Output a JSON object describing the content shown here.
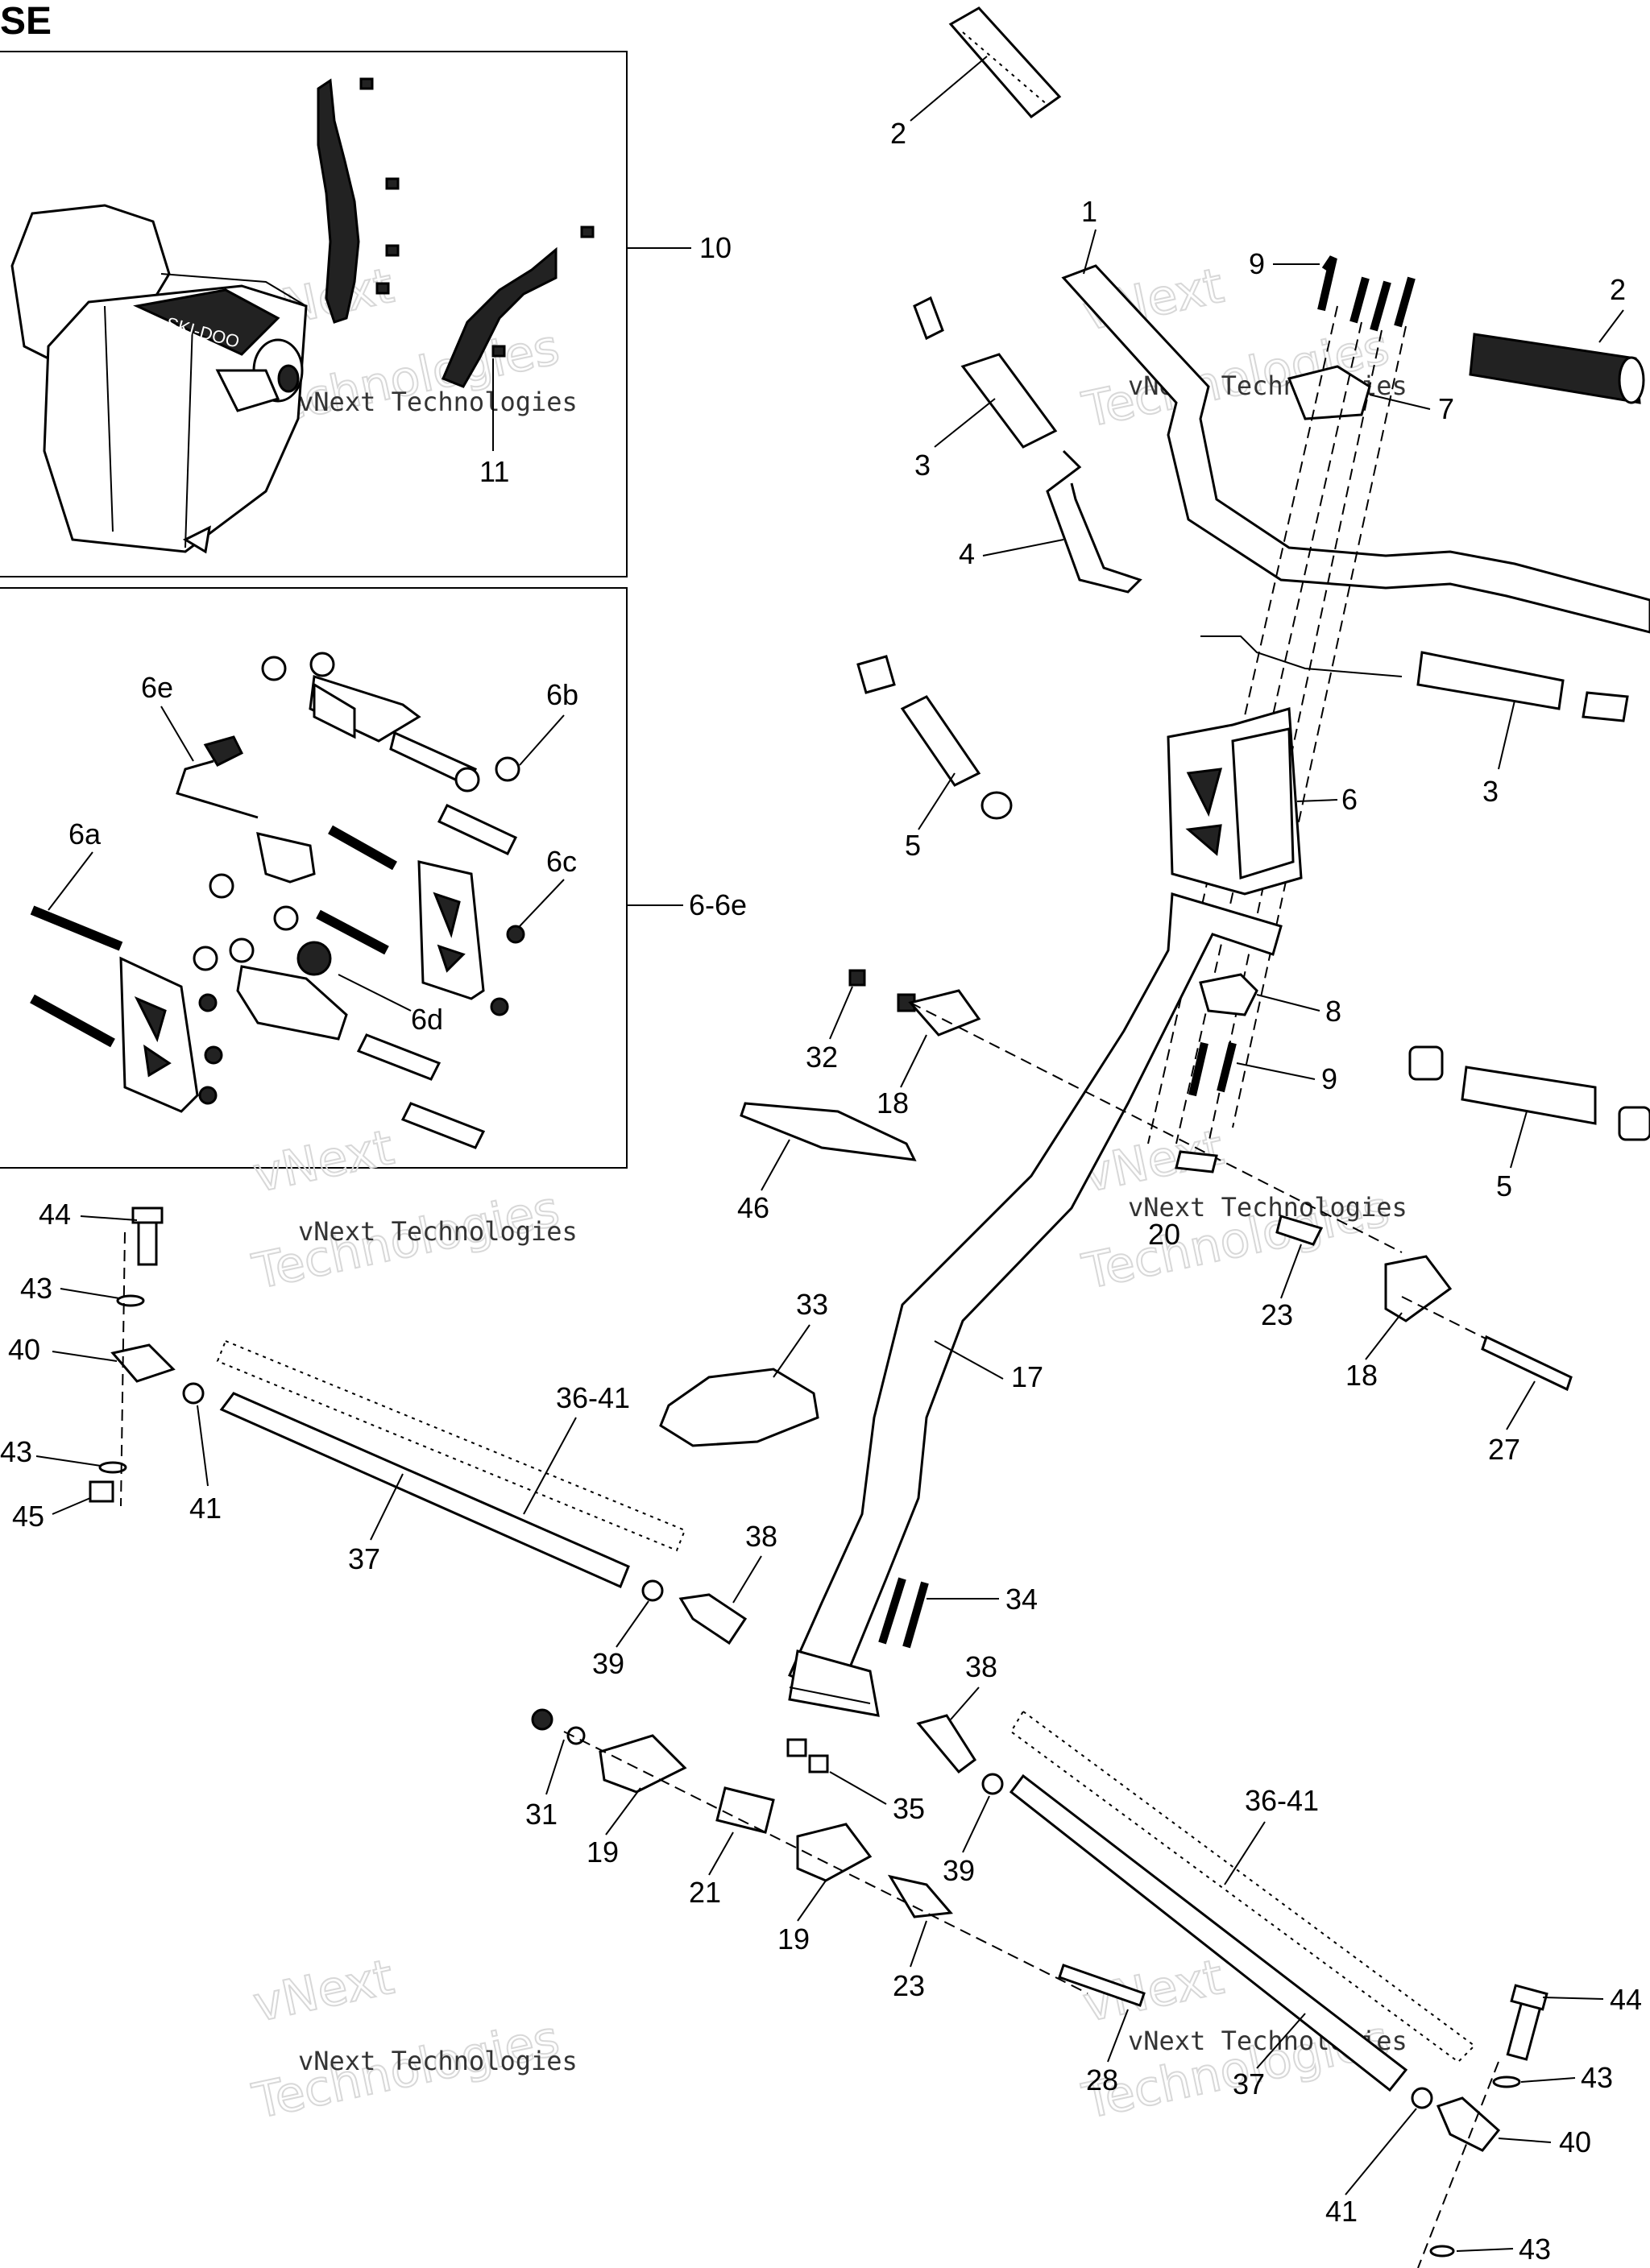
{
  "section_code": "SE",
  "watermark": {
    "small": "vNext Technologies",
    "big_top": "vNext",
    "big_bottom": "Technologies"
  },
  "callouts": {
    "c1": "1",
    "c2a": "2",
    "c2b": "2",
    "c3a": "3",
    "c3b": "3",
    "c4": "4",
    "c5a": "5",
    "c5b": "5",
    "c6": "6",
    "c6a": "6a",
    "c6b": "6b",
    "c6c": "6c",
    "c6d": "6d",
    "c6e": "6e",
    "c6range": "6-6e",
    "c7": "7",
    "c8": "8",
    "c9a": "9",
    "c9b": "9",
    "c10": "10",
    "c11": "11",
    "c17": "17",
    "c18a": "18",
    "c18b": "18",
    "c19a": "19",
    "c19b": "19",
    "c20": "20",
    "c21": "21",
    "c23a": "23",
    "c23b": "23",
    "c27": "27",
    "c28": "28",
    "c31": "31",
    "c32": "32",
    "c33": "33",
    "c34": "34",
    "c35": "35",
    "c36a": "36-41",
    "c36b": "36-41",
    "c37a": "37",
    "c37b": "37",
    "c38a": "38",
    "c38b": "38",
    "c39a": "39",
    "c39b": "39",
    "c40a": "40",
    "c40b": "40",
    "c41a": "41",
    "c41b": "41",
    "c43a": "43",
    "c43b": "43",
    "c43c": "43",
    "c43d": "43",
    "c44a": "44",
    "c44b": "44",
    "c45": "45",
    "c46": "46"
  },
  "headlight_logo": "SKI-DOO"
}
